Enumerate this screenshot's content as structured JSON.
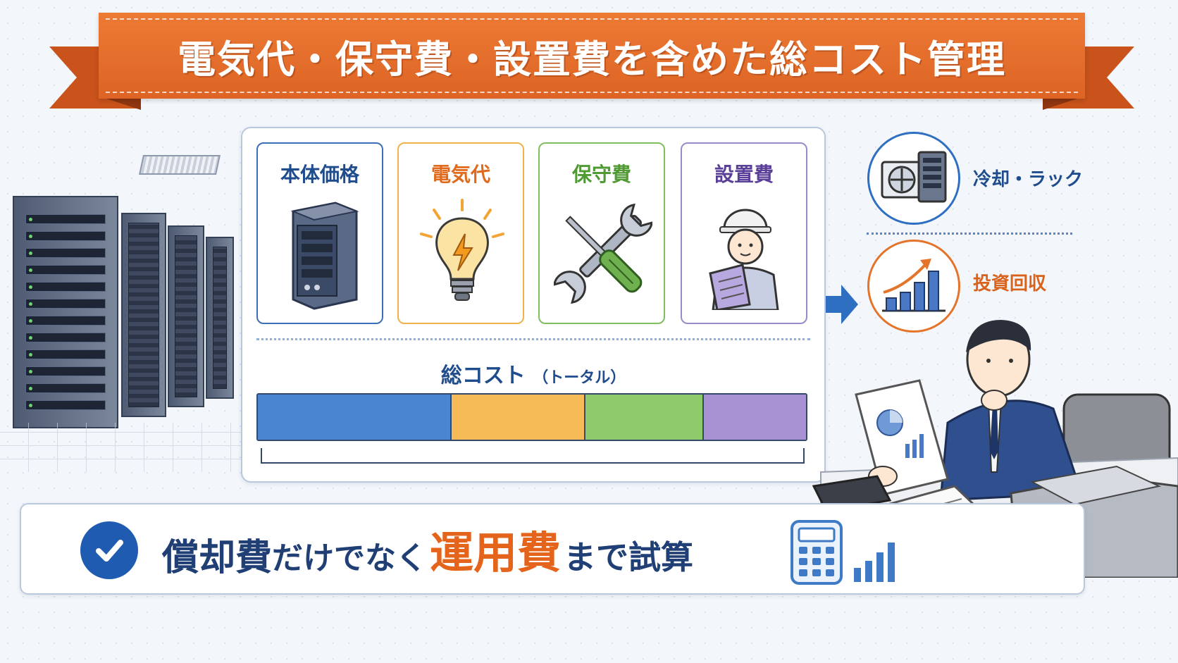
{
  "banner": {
    "title": "電気代・保守費・設置費を含めた総コスト管理"
  },
  "cards": [
    {
      "label": "本体価格",
      "icon": "server-tower-icon"
    },
    {
      "label": "電気代",
      "icon": "lightbulb-icon"
    },
    {
      "label": "保守費",
      "icon": "wrench-screwdriver-icon"
    },
    {
      "label": "設置費",
      "icon": "worker-clipboard-icon"
    }
  ],
  "total": {
    "label": "総コスト",
    "sub": "（トータル）"
  },
  "cost_bar": {
    "segments": [
      {
        "name": "本体価格",
        "share": 0.353,
        "color": "#4a86cf"
      },
      {
        "name": "電気代",
        "share": 0.245,
        "color": "#f6bb57"
      },
      {
        "name": "保守費",
        "share": 0.215,
        "color": "#8fcb6a"
      },
      {
        "name": "設置費",
        "share": 0.187,
        "color": "#a992d4"
      }
    ]
  },
  "side": [
    {
      "label": "冷却・ラック",
      "icon": "cooling-rack-icon"
    },
    {
      "label": "投資回収",
      "icon": "growth-chart-icon"
    }
  ],
  "bottom": {
    "part1": "償却費",
    "part2": "だけでなく",
    "highlight": "運用費",
    "part3": "まで試算"
  },
  "colors": {
    "banner": "#e06a28",
    "accent_blue": "#1f5bb0",
    "accent_orange": "#e5641c"
  }
}
